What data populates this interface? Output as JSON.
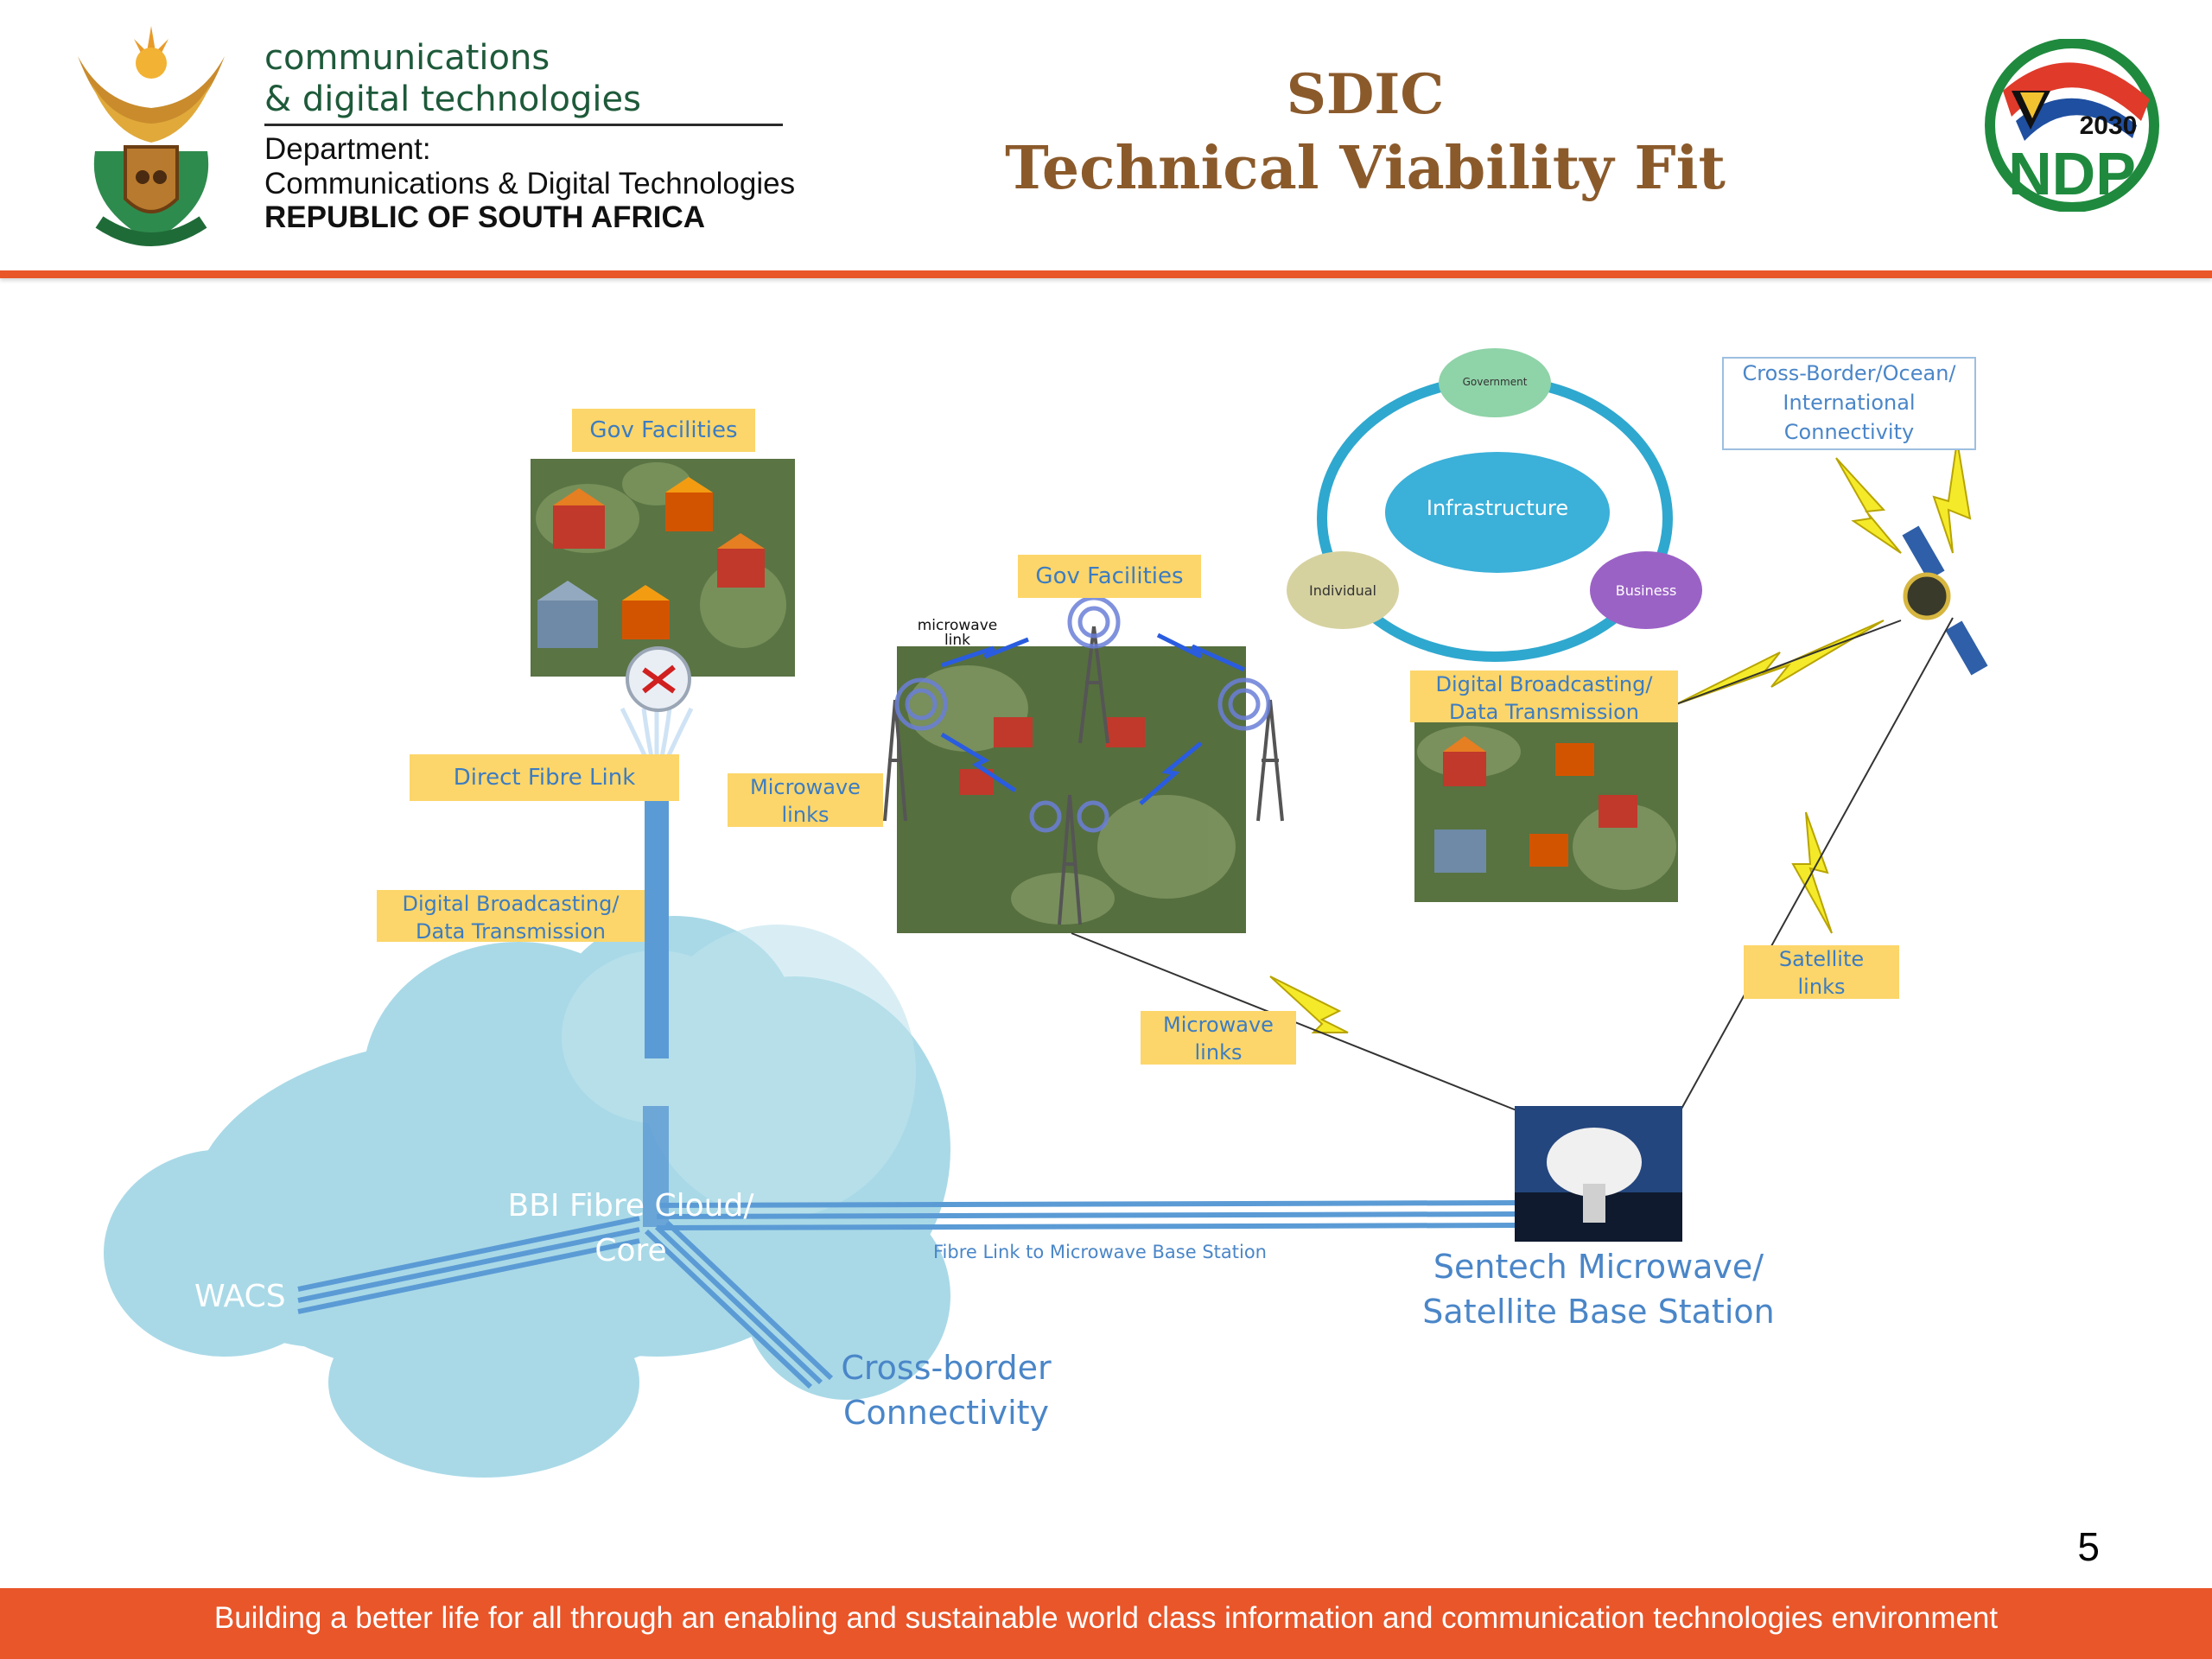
{
  "header": {
    "dept_line1": "communications",
    "dept_line2": "& digital technologies",
    "dept_label": "Department:",
    "dept_name": "Communications & Digital Technologies",
    "dept_country": "REPUBLIC OF SOUTH AFRICA",
    "title_line1": "SDIC",
    "title_line2": "Technical Viability Fit",
    "ndp_year": "2030",
    "ndp_text": "NDP"
  },
  "diagram": {
    "gov_facilities_top": "Gov Facilities",
    "gov_facilities_mid": "Gov Facilities",
    "direct_fibre_link": "Direct Fibre Link",
    "digital_broadcasting_left": [
      "Digital Broadcasting/",
      "Data Transmission"
    ],
    "digital_broadcasting_right": [
      "Digital Broadcasting/",
      "Data Transmission"
    ],
    "microwave_links_left": [
      "Microwave",
      "links"
    ],
    "microwave_links_bottom": [
      "Microwave",
      "links"
    ],
    "satellite_links": [
      "Satellite",
      "links"
    ],
    "microwave_link_small": [
      "microwave",
      "link"
    ],
    "cross_border_ocean": [
      "Cross-Border/Ocean/",
      "International",
      "Connectivity"
    ],
    "cycle": {
      "center": "Infrastructure",
      "top": "Government",
      "left": "Individual",
      "right": "Business"
    },
    "bbi_cloud": [
      "BBI Fibre Cloud/",
      "Core"
    ],
    "wacs": "WACS",
    "cross_border": [
      "Cross-border",
      "Connectivity"
    ],
    "fibre_link_label": "Fibre Link to Microwave Base Station",
    "sentech": [
      "Sentech Microwave/",
      "Satellite Base Station"
    ]
  },
  "footer": {
    "text": "Building a better life for all through an enabling and sustainable world class information and communication technologies environment",
    "page_number": "5"
  },
  "colors": {
    "accent_orange": "#e8562a",
    "title_brown": "#8b5a2b",
    "label_yellow": "#fcd66a",
    "label_blue": "#3d7cc1",
    "cloud_blue": "#a8d8e6",
    "fibre_blue": "#5b9bd5"
  }
}
